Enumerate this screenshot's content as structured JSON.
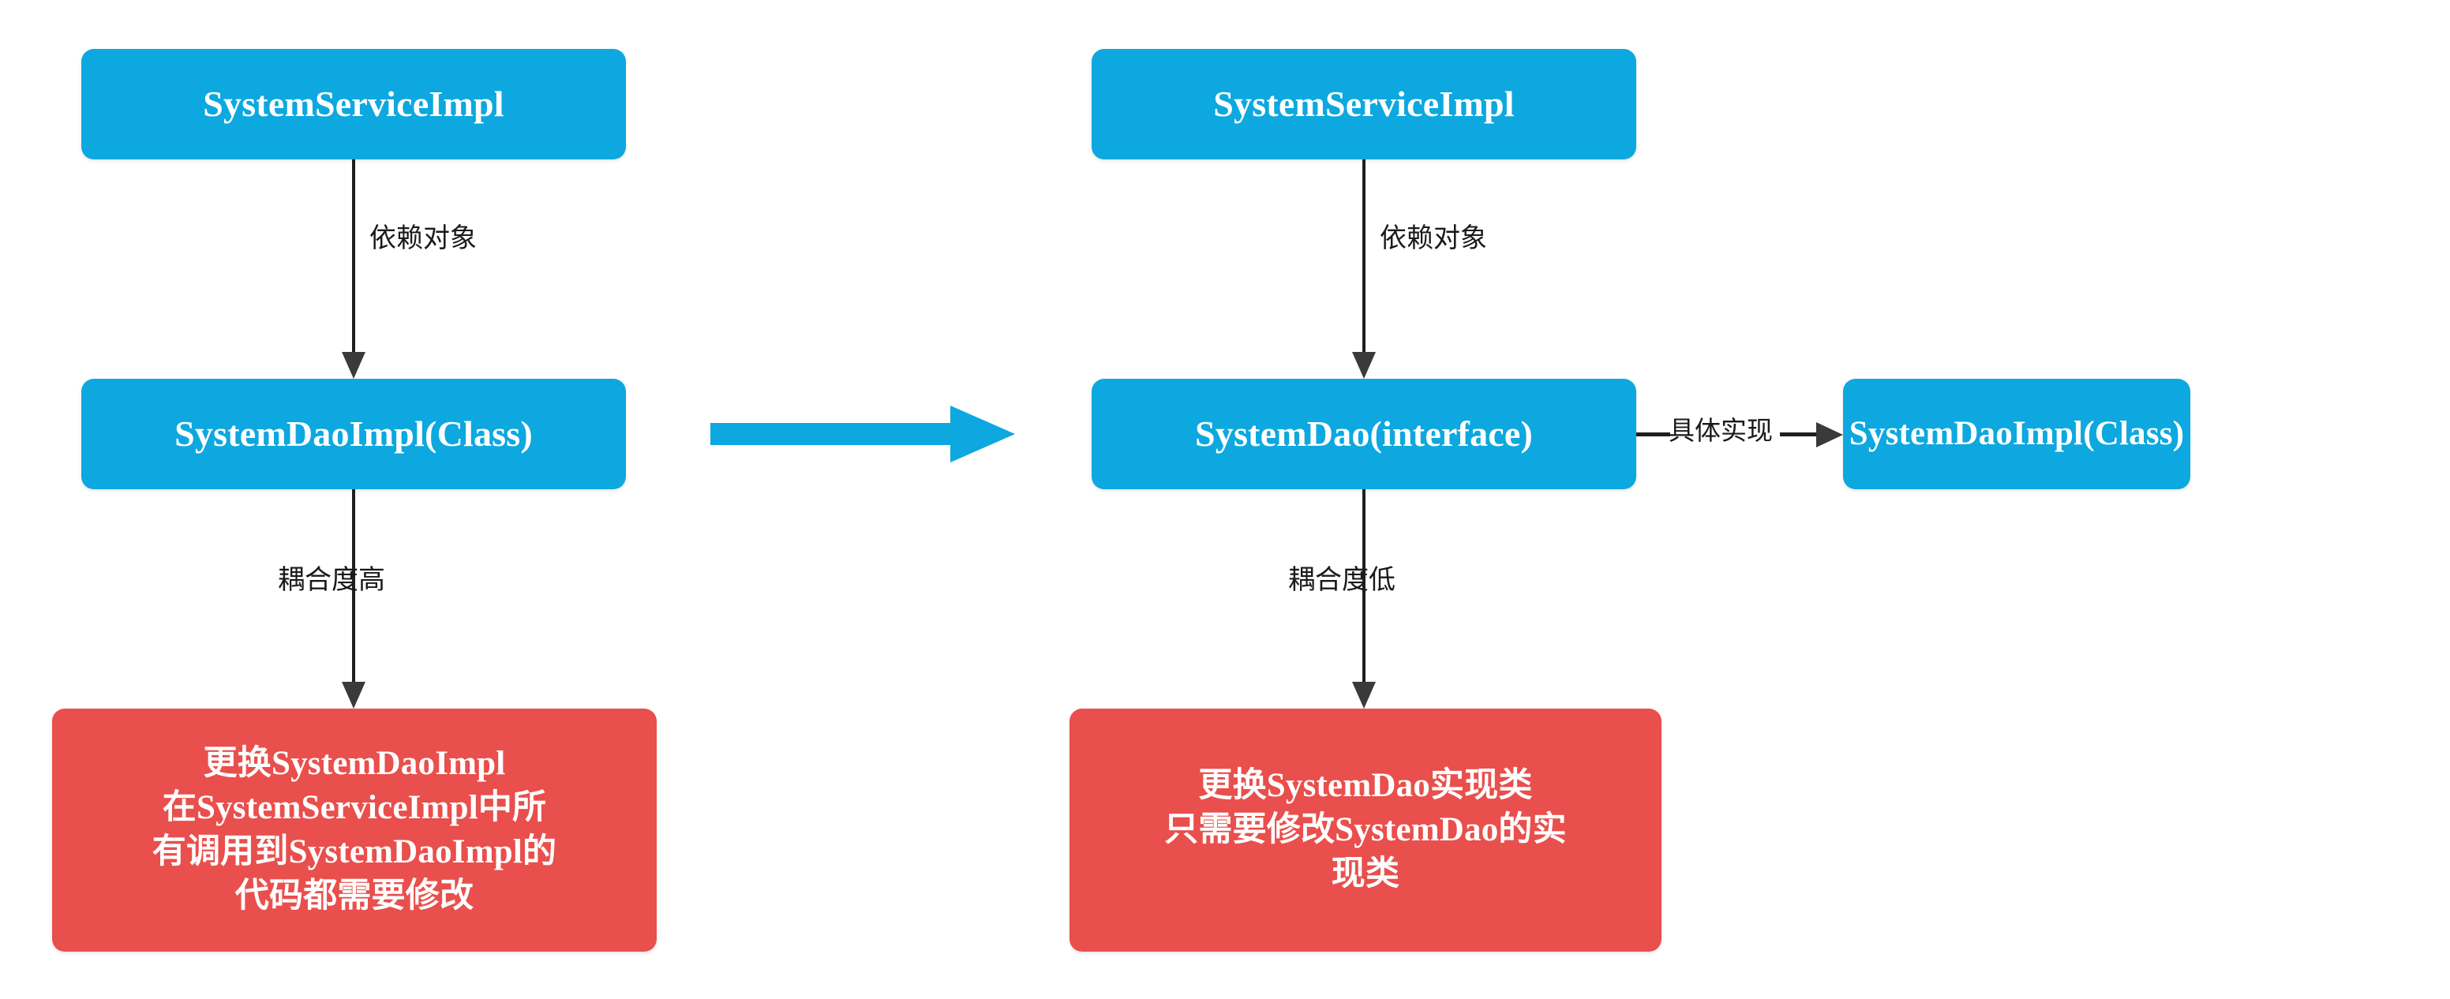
{
  "diagram": {
    "title": "SystemService / SystemDao coupling comparison",
    "colors": {
      "box_blue": "#0da8df",
      "box_red": "#e94f4c",
      "arrow_black": "#1f1f1f",
      "transition_arrow": "#0da8df",
      "background": "#ffffff",
      "box_text": "#ffffff",
      "label_text": "#1a1a1a"
    },
    "left_panel": {
      "name": "before-refactor",
      "nodes": {
        "service": "SystemServiceImpl",
        "dao_impl": "SystemDaoImpl(Class)",
        "consequence": "更换SystemDaoImpl\n在SystemServiceImpl中所\n有调用到SystemDaoImpl的\n代码都需要修改"
      },
      "edges": {
        "service_to_dao": "依赖对象",
        "dao_to_consequence": "耦合度高"
      }
    },
    "transition": {
      "name": "refactor-arrow",
      "direction": "right"
    },
    "right_panel": {
      "name": "after-refactor",
      "nodes": {
        "service": "SystemServiceImpl",
        "dao_interface": "SystemDao(interface)",
        "dao_impl": "SystemDaoImpl(Class)",
        "consequence": "更换SystemDao实现类\n只需要修改SystemDao的实\n现类"
      },
      "edges": {
        "service_to_dao": "依赖对象",
        "dao_to_consequence": "耦合度低",
        "interface_to_impl": "具体实现"
      }
    }
  }
}
